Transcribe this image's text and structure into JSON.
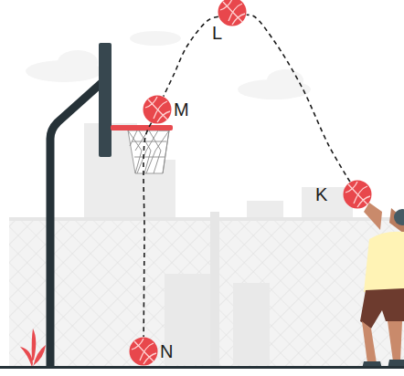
{
  "diagram": {
    "nodes": [
      {
        "text": [
          "L"
        ]
      },
      {
        "text": [
          "M"
        ]
      },
      {
        "text": [
          "K"
        ]
      },
      {
        "text": [
          "N"
        ]
      }
    ],
    "edges": [
      {
        "from": 2,
        "to": 0,
        "arrow": "none"
      },
      {
        "from": 0,
        "to": 1,
        "arrow": "none"
      },
      {
        "from": 1,
        "to": 3,
        "arrow": "none"
      }
    ]
  }
}
